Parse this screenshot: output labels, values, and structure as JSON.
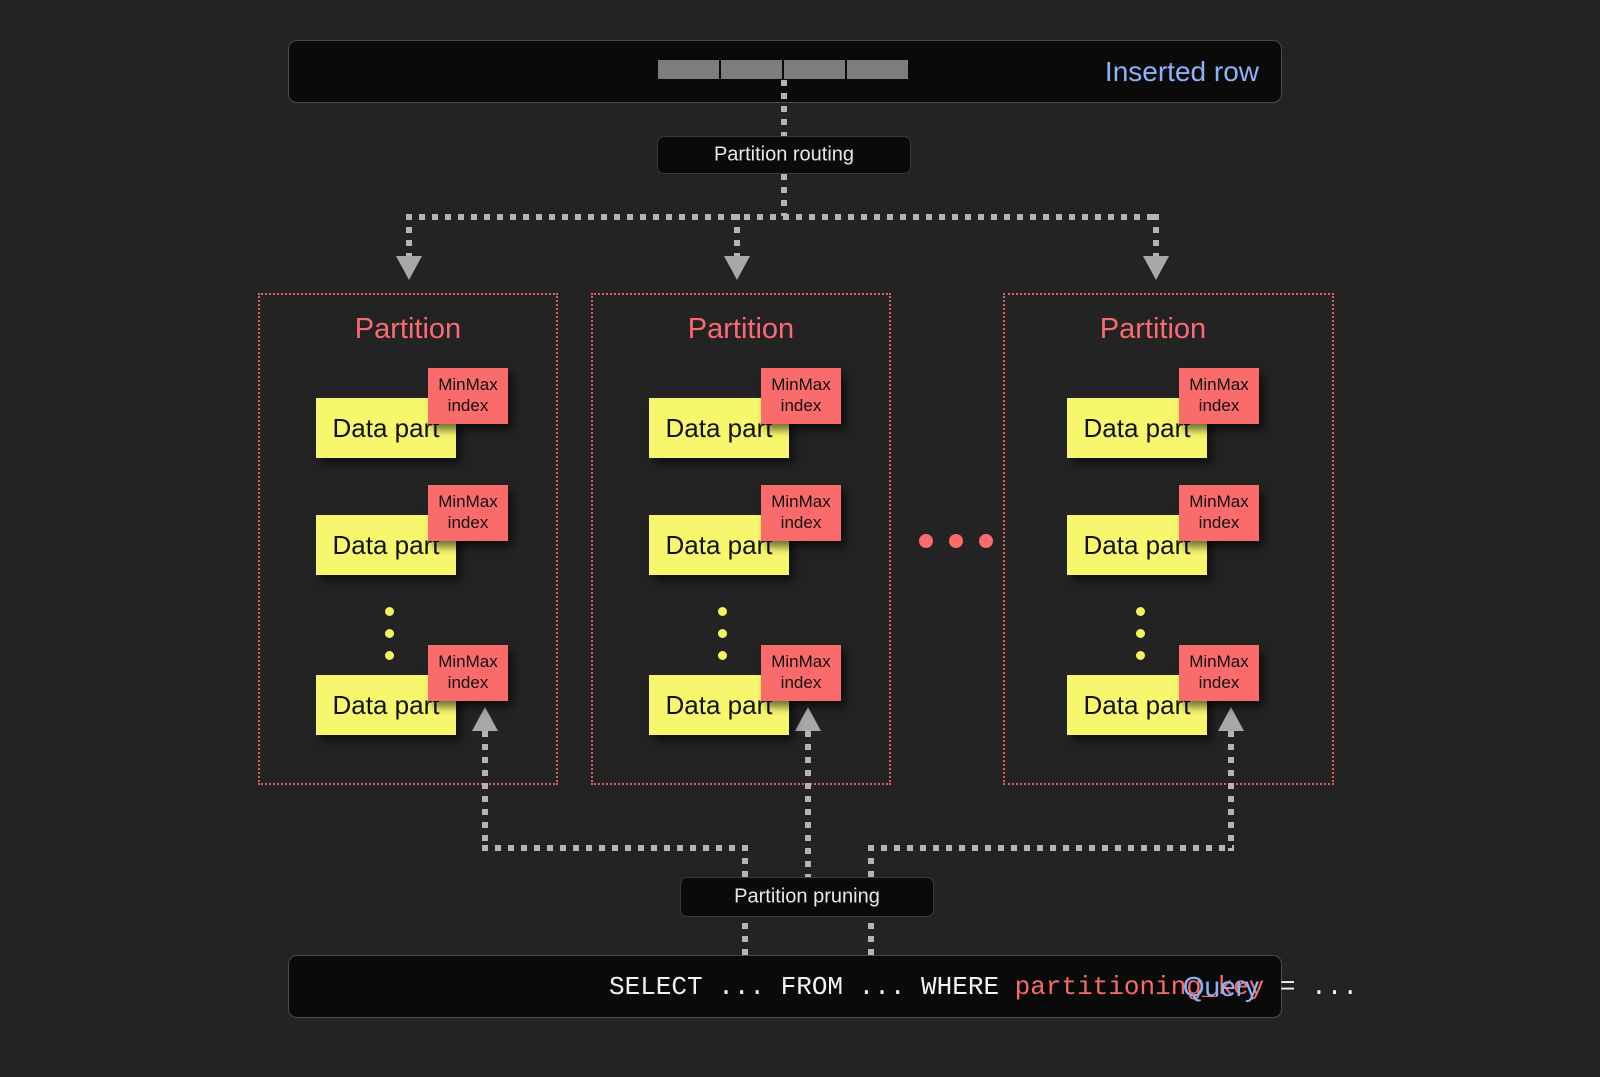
{
  "page": {
    "background": "#232323",
    "accent_blue": "#8ab4f8",
    "accent_red": "#fa6b6b",
    "accent_yellow": "#f7f76e"
  },
  "inserted_row": {
    "label": "Inserted row",
    "cells": [
      "",
      "",
      "",
      ""
    ],
    "cell_count": 4,
    "cell_color": "#7d7d7d"
  },
  "partition_routing": {
    "label": "Partition routing"
  },
  "partitions": [
    {
      "title": "Partition",
      "parts": [
        {
          "label": "Data part",
          "index_label": "MinMax\nindex",
          "index_line1": "MinMax",
          "index_line2": "index"
        },
        {
          "label": "Data part",
          "index_label": "MinMax\nindex",
          "index_line1": "MinMax",
          "index_line2": "index"
        },
        {
          "label": "Data part",
          "index_label": "MinMax\nindex",
          "index_line1": "MinMax",
          "index_line2": "index"
        }
      ],
      "ellipsis_dots": 3
    },
    {
      "title": "Partition",
      "parts": [
        {
          "label": "Data part",
          "index_label": "MinMax\nindex",
          "index_line1": "MinMax",
          "index_line2": "index"
        },
        {
          "label": "Data part",
          "index_label": "MinMax\nindex",
          "index_line1": "MinMax",
          "index_line2": "index"
        },
        {
          "label": "Data part",
          "index_label": "MinMax\nindex",
          "index_line1": "MinMax",
          "index_line2": "index"
        }
      ],
      "ellipsis_dots": 3
    },
    {
      "title": "Partition",
      "parts": [
        {
          "label": "Data part",
          "index_label": "MinMax\nindex",
          "index_line1": "MinMax",
          "index_line2": "index"
        },
        {
          "label": "Data part",
          "index_label": "MinMax\nindex",
          "index_line1": "MinMax",
          "index_line2": "index"
        },
        {
          "label": "Data part",
          "index_label": "MinMax\nindex",
          "index_line1": "MinMax",
          "index_line2": "index"
        }
      ],
      "ellipsis_dots": 3
    }
  ],
  "partition_gap": {
    "ellipsis_dots": 3,
    "color": "#fa6b6b"
  },
  "partition_pruning": {
    "label": "Partition pruning"
  },
  "query": {
    "label": "Query",
    "text_before": "SELECT ... FROM ... WHERE ",
    "highlight": "partitioning_key",
    "text_after": " = ...",
    "highlight_color": "#f76b6b"
  }
}
